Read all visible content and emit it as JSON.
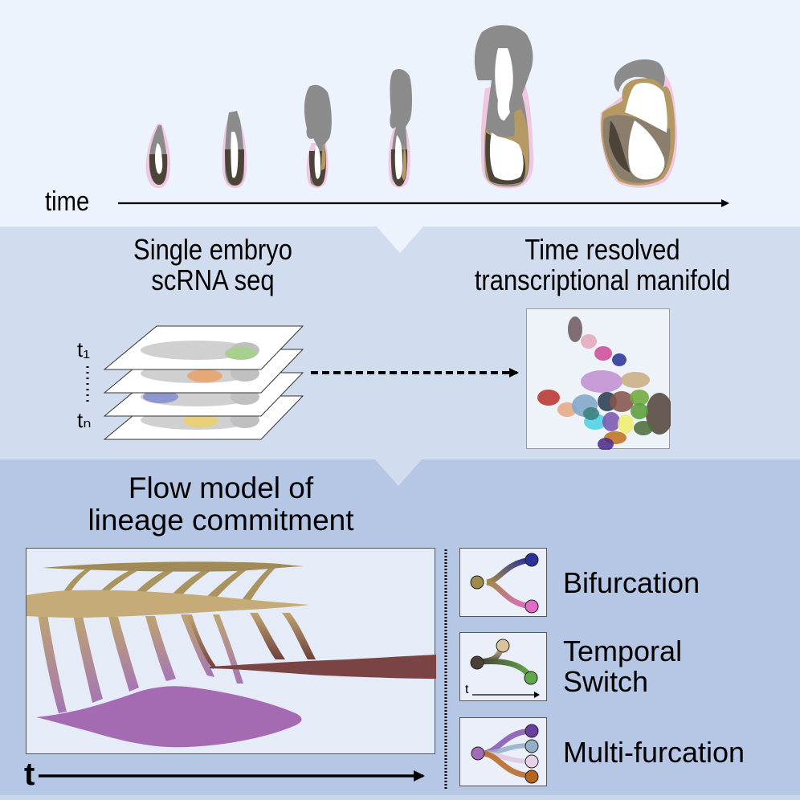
{
  "panel_top": {
    "axis_label": "time",
    "embryo_stages": [
      "stage-1",
      "stage-2",
      "stage-3",
      "stage-4",
      "stage-5",
      "stage-6"
    ]
  },
  "panel_middle": {
    "left_title_line1": "Single embryo",
    "left_title_line2": "scRNA seq",
    "right_title_line1": "Time resolved",
    "right_title_line2": "transcriptional manifold",
    "time_first": "t₁",
    "time_last": "tₙ",
    "layer_highlight_colors": [
      "#a8cf8e",
      "#e7a878",
      "#8e97cf",
      "#e8cf7a"
    ]
  },
  "panel_bottom": {
    "title_line1": "Flow model of",
    "title_line2": "lineage commitment",
    "axis_label": "t",
    "flow_colors": {
      "tan": "#c4ab78",
      "tan_dark": "#a08a58",
      "purple": "#a46ab2",
      "maroon": "#7a4444"
    },
    "motifs": [
      {
        "label": "Bifurcation",
        "colors": [
          "#a08a48",
          "#2b3197",
          "#e06cc3"
        ]
      },
      {
        "label_line1": "Temporal",
        "label_line2": "Switch",
        "axis_label": "t",
        "colors": [
          "#4a4038",
          "#d8c39a",
          "#60a94a"
        ]
      },
      {
        "label": "Multi-furcation",
        "colors": [
          "#a26ab8",
          "#6a3f9e",
          "#93aec6",
          "#e6d2e6",
          "#b4651e"
        ]
      }
    ]
  },
  "colors": {
    "panel_top_bg": "#ecf3fc",
    "panel_middle_bg": "#d1ddef",
    "panel_bottom_bg": "#b6c7e6"
  }
}
